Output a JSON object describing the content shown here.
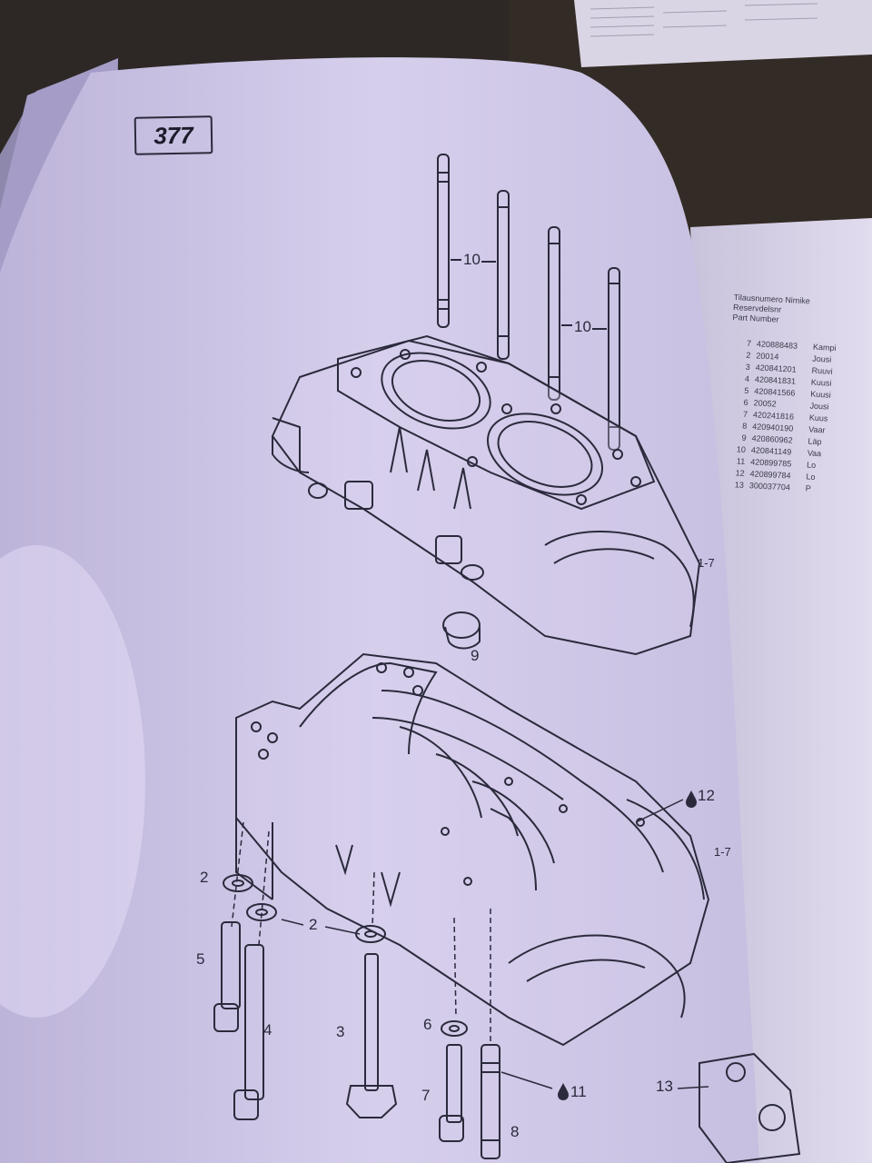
{
  "page": {
    "number": "377"
  },
  "callouts": {
    "c10a": "10",
    "c10b": "10",
    "c9": "9",
    "c17a": "1-7",
    "c12": "12",
    "c17b": "1-7",
    "c2a": "2",
    "c2b": "2",
    "c5": "5",
    "c4": "4",
    "c3": "3",
    "c6": "6",
    "c7": "7",
    "c11": "11",
    "c8": "8",
    "c13": "13"
  },
  "parts_list": {
    "headers": [
      "Tilausnumero Nimike",
      "Reservdelsnr",
      "Part Number"
    ],
    "rows": [
      {
        "idx": "7",
        "part": "420888483",
        "name": "Kampi"
      },
      {
        "idx": "2",
        "part": "20014",
        "name": "Jousi"
      },
      {
        "idx": "3",
        "part": "420841201",
        "name": "Ruuvi"
      },
      {
        "idx": "4",
        "part": "420841831",
        "name": "Kuusi"
      },
      {
        "idx": "5",
        "part": "420841566",
        "name": "Kuusi"
      },
      {
        "idx": "6",
        "part": "20052",
        "name": "Jousi"
      },
      {
        "idx": "7",
        "part": "420241816",
        "name": "Kuus"
      },
      {
        "idx": "8",
        "part": "420940190",
        "name": "Vaar"
      },
      {
        "idx": "9",
        "part": "420860962",
        "name": "Läp"
      },
      {
        "idx": "10",
        "part": "420841149",
        "name": "Vaa"
      },
      {
        "idx": "11",
        "part": "420899785",
        "name": "Lo"
      },
      {
        "idx": "12",
        "part": "420899784",
        "name": "Lo"
      },
      {
        "idx": "13",
        "part": "300037704",
        "name": "P"
      }
    ]
  },
  "colors": {
    "paper": "#d3cbe8",
    "line": "#2b2a3c",
    "background": "#2a2624"
  }
}
